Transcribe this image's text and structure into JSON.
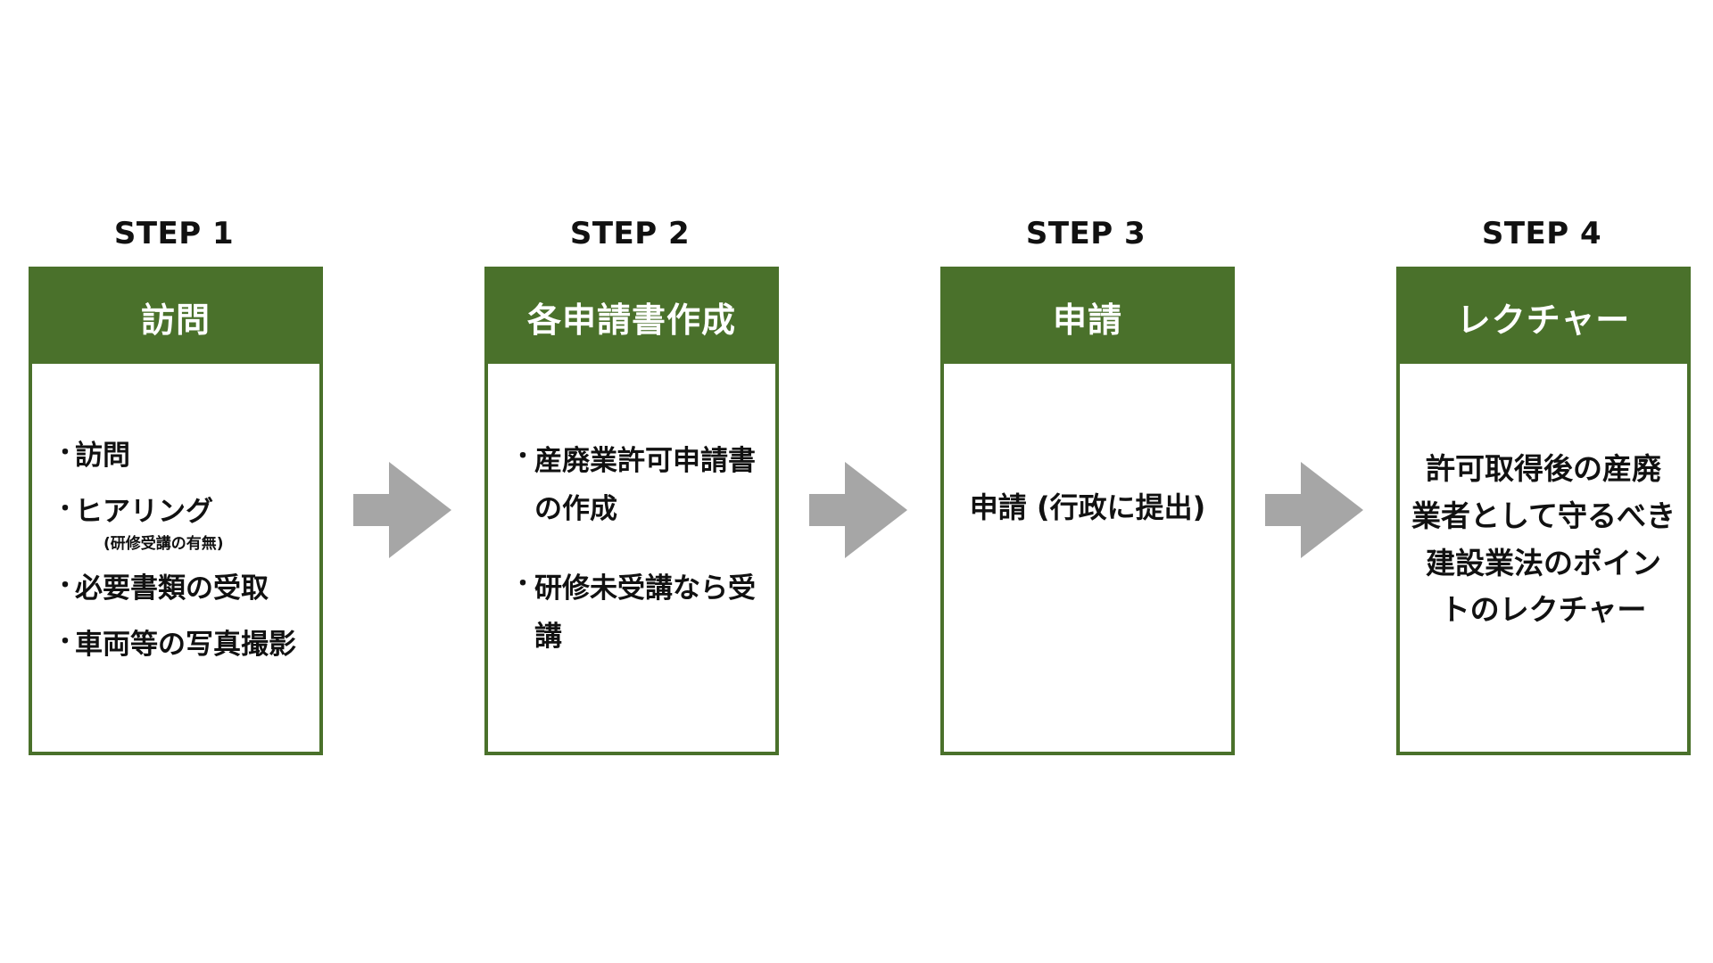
{
  "steps": [
    {
      "label": "STEP 1",
      "title": "訪問",
      "bullets": [
        {
          "dot": "・",
          "text": "訪問"
        },
        {
          "dot": "・",
          "text": "ヒアリング",
          "note": "(研修受講の有無)"
        },
        {
          "dot": "・",
          "text": "必要書類の受取"
        },
        {
          "dot": "・",
          "text": "車両等の写真撮影"
        }
      ]
    },
    {
      "label": "STEP 2",
      "title": "各申請書作成",
      "bullets": [
        {
          "dot": "・",
          "text": "産廃業許可申請書の作成"
        },
        {
          "dot": "・",
          "text": "研修未受講なら受講"
        }
      ]
    },
    {
      "label": "STEP 3",
      "title": "申請",
      "text": "申請 (行政に提出)"
    },
    {
      "label": "STEP 4",
      "title": "レクチャー",
      "text": "許可取得後の産廃\n業者として守るべき\n建設業法のポイン\nトのレクチャー"
    }
  ],
  "colors": {
    "accent": "#4a712b",
    "arrow": "#a6a6a6",
    "text": "#111111"
  },
  "icons": [
    "right-arrow-icon",
    "right-arrow-icon",
    "right-arrow-icon"
  ]
}
